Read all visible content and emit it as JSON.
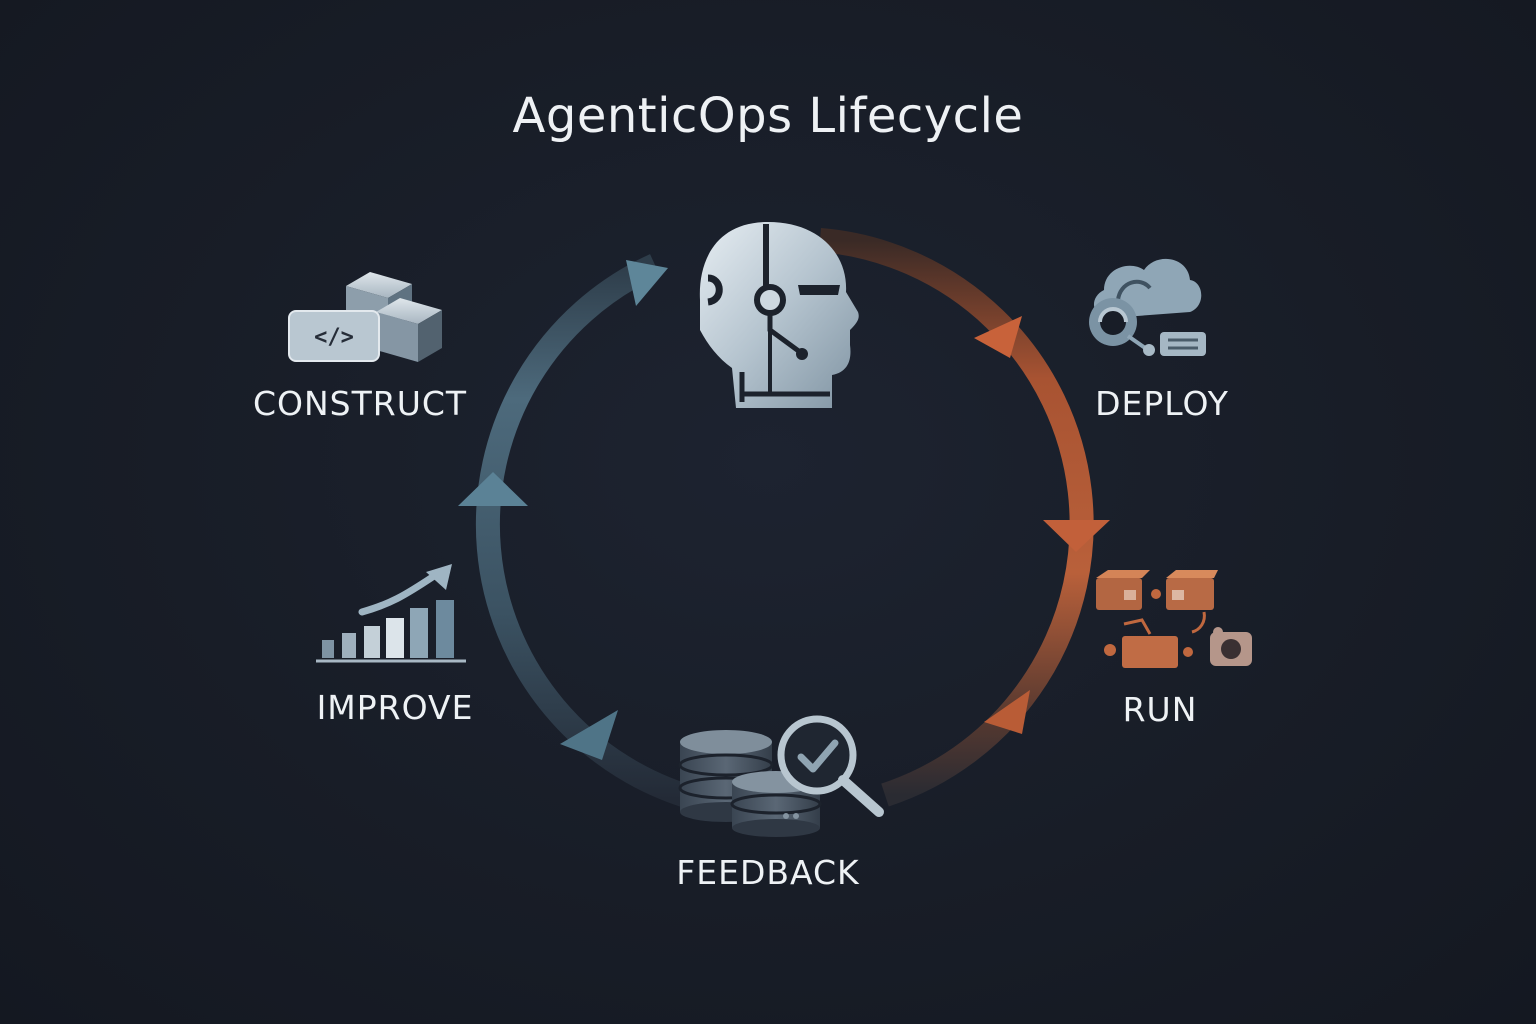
{
  "title": "AgenticOps Lifecycle",
  "stages": [
    {
      "label": "CONSTRUCT",
      "icon": "code-blocks-icon"
    },
    {
      "label": "DEPLOY",
      "icon": "cloud-deploy-icon"
    },
    {
      "label": "RUN",
      "icon": "runtime-boxes-icon"
    },
    {
      "label": "FEEDBACK",
      "icon": "database-search-icon"
    },
    {
      "label": "IMPROVE",
      "icon": "growth-chart-icon"
    }
  ],
  "center": {
    "icon": "robot-head-icon"
  },
  "icon_code_glyph": "</>",
  "colors": {
    "background": "#181d27",
    "cool_arrow": "#5b8296",
    "warm_arrow": "#c8623a",
    "icon_light": "#cdd8e0",
    "icon_orange": "#c0683f"
  }
}
